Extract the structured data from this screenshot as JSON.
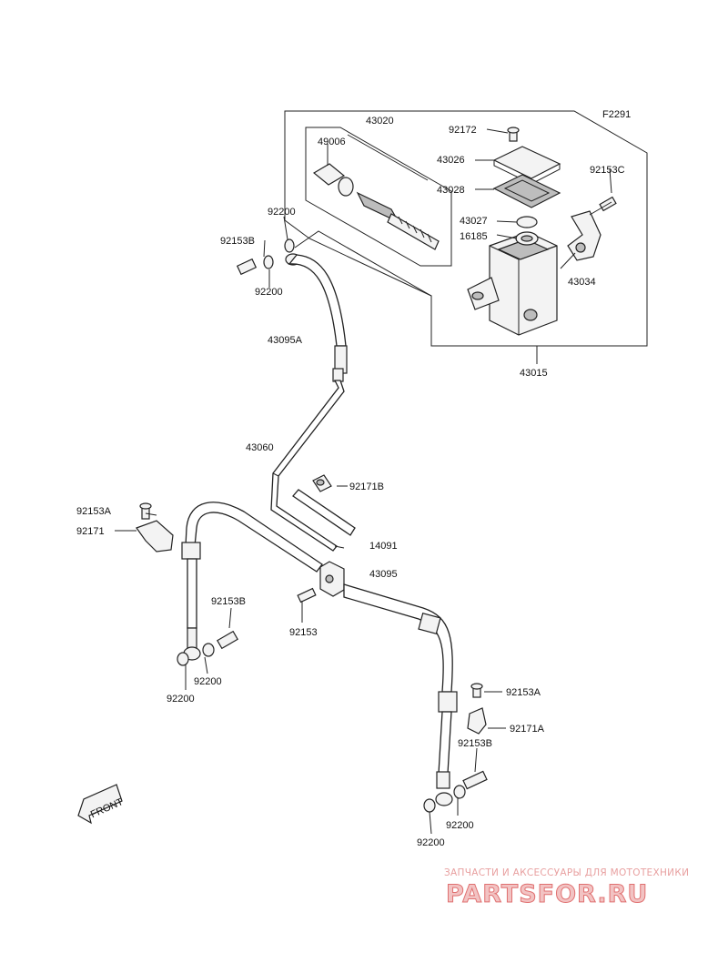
{
  "figure_code": "F2291",
  "part_labels": {
    "p43020": "43020",
    "p92172": "92172",
    "p49006": "49006",
    "p43026": "43026",
    "p92153C": "92153C",
    "p43028": "43028",
    "p43027": "43027",
    "p16185": "16185",
    "p43034": "43034",
    "p43015": "43015",
    "p92200_top": "92200",
    "p92153B_top": "92153B",
    "p92200_top2": "92200",
    "p43095A": "43095A",
    "p43060": "43060",
    "p92171B": "92171B",
    "p14091": "14091",
    "p43095": "43095",
    "p92153A_left": "92153A",
    "p92171": "92171",
    "p92153B_left": "92153B",
    "p92153": "92153",
    "p92200_l1": "92200",
    "p92200_l2": "92200",
    "p92153A_right": "92153A",
    "p92171A": "92171A",
    "p92153B_right": "92153B",
    "p92200_r1": "92200",
    "p92200_r2": "92200"
  },
  "front_label": "FRONT",
  "watermark": {
    "tagline": "ЗАПЧАСТИ И АКСЕССУАРЫ ДЛЯ МОТОТЕХНИКИ",
    "brand": "PARTSFOR.RU"
  }
}
